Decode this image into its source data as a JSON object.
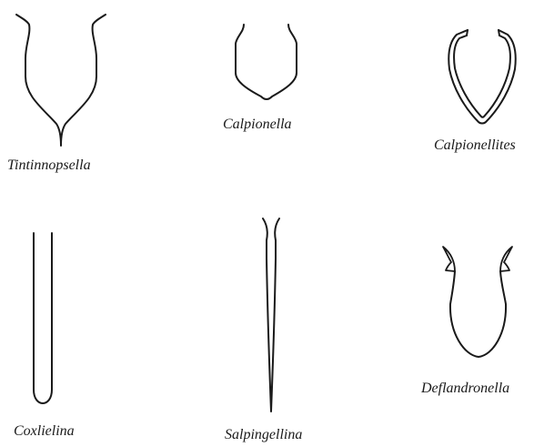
{
  "figure": {
    "labels": {
      "tintinnopsella": "Tintinnopsella",
      "calpionella": "Calpionella",
      "calpionellites": "Calpionellites",
      "coxlielina": "Coxlielina",
      "salpingellina": "Salpingellina",
      "deflandronella": "Deflandronella"
    }
  }
}
